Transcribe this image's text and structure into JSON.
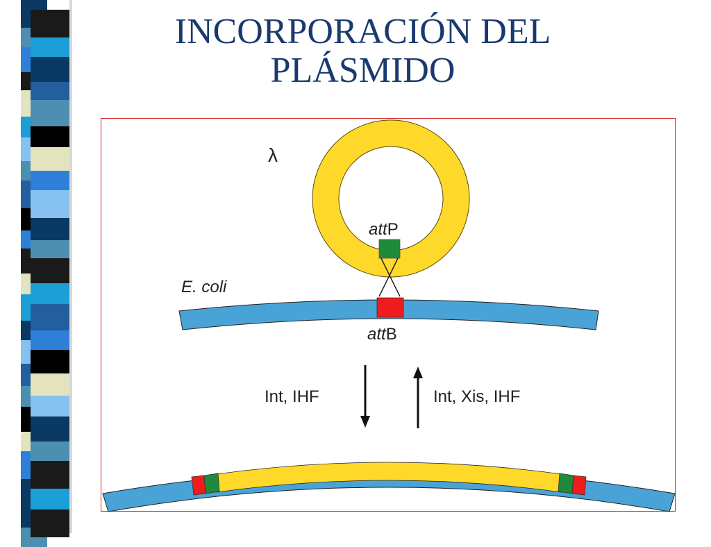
{
  "title": {
    "line1": "INCORPORACIÓN DEL",
    "line2": "PLÁSMIDO"
  },
  "diagram": {
    "lambda_label": "λ",
    "attp_prefix": "att",
    "attp_suffix": "P",
    "ecoli_label": "E. coli",
    "attb_prefix": "att",
    "attb_suffix": "B",
    "forward_enzymes": "Int, IHF",
    "reverse_enzymes": "Int, Xis, IHF"
  },
  "colors": {
    "title": "#1a3a6e",
    "plasmid_yellow": "#ffd92a",
    "chromosome_blue": "#4aa3d6",
    "attp_green": "#1e8a3a",
    "attb_red": "#ee1c1c",
    "frame_border": "#d82020",
    "stripe_palette": [
      "#0a3a63",
      "#4c8fb0",
      "#2e7fd8",
      "#1a1a1a",
      "#e3e3c0",
      "#1c9fd6",
      "#86c1f0",
      "#235e9e",
      "#000000"
    ]
  }
}
